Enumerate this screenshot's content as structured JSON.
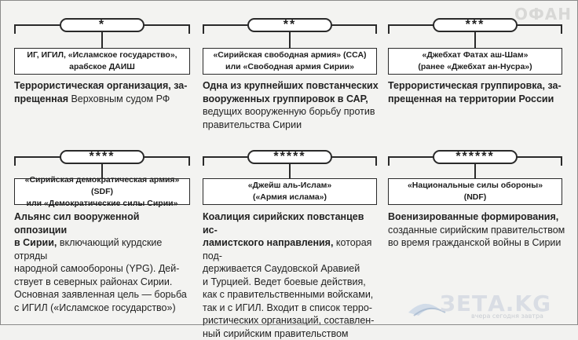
{
  "watermark": "ОФАН",
  "row1": {
    "stars": [
      "*",
      "**",
      "***"
    ],
    "headers": [
      [
        "ИГ, ИГИЛ, «Исламское государство»,",
        "арабское ДАИШ"
      ],
      [
        "«Сирийская свободная армия» (ССА)",
        "или «Свободная армия Сирии»"
      ],
      [
        "«Джебхат Фатах аш-Шам»",
        "(ранее «Джебхат ан-Нусра»)"
      ]
    ],
    "descs": [
      {
        "bold": [
          "Террористическая организация, за-",
          "прещенная"
        ],
        "tail": " Верховным судом РФ",
        "rest": []
      },
      {
        "bold": [
          "Одна из крупнейших повстанческих",
          "вооруженных группировок в САР,"
        ],
        "tail": "",
        "rest": [
          "ведущих вооруженную борьбу против",
          "правительства Сирии"
        ]
      },
      {
        "bold": [
          "Террористическая группировка, за-",
          "прещенная на территории России"
        ],
        "tail": "",
        "rest": []
      }
    ]
  },
  "row2": {
    "stars": [
      "****",
      "*****",
      "******"
    ],
    "headers": [
      [
        "«Сирийская демократическая армия» (SDF)",
        "или «Демократические силы Сирии»"
      ],
      [
        "«Джейш аль-Ислам»",
        "(«Армия ислама»)"
      ],
      [
        "«Национальные силы обороны»",
        "(NDF)"
      ]
    ],
    "descs": [
      {
        "bold": [
          "Альянс сил вооруженной оппозиции",
          "в Сирии,"
        ],
        "tail": " включающий курдские отряды",
        "rest": [
          "народной самообороны (YPG). Дей-",
          "ствует в северных районах Сирии.",
          "Основная заявленная цель — борьба",
          "с ИГИЛ («Исламское государство»)"
        ]
      },
      {
        "bold": [
          "Коалиция сирийских повстанцев ис-",
          "ламистского направления,"
        ],
        "tail": " которая под-",
        "rest": [
          "держивается Саудовской Аравией",
          "и Турцией. Ведет боевые действия,",
          "как с правительственными войсками,",
          "так и с ИГИЛ. Входит в список терро-",
          "ристических организаций, составлен-",
          "ный сирийским правительством"
        ]
      },
      {
        "bold": [
          "Военизированные формирования,"
        ],
        "tail": "",
        "rest": [
          "созданные сирийским правительством",
          "во время гражданской войны в Сирии"
        ]
      }
    ]
  },
  "logo": {
    "text": "ЗЕТА.KG",
    "sub": "вчера сегодня завтра"
  },
  "colors": {
    "line": "#2a2a2a",
    "background": "#f3f3f1"
  }
}
